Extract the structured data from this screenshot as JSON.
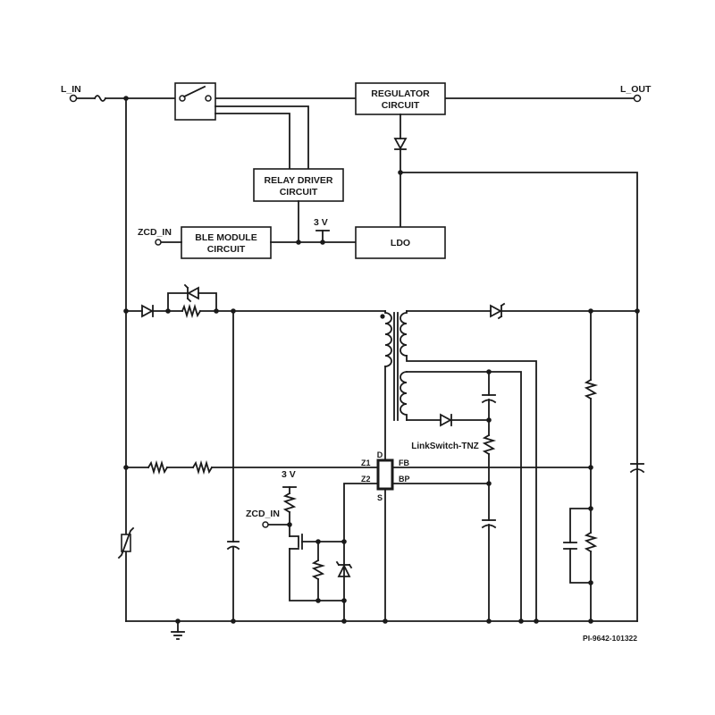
{
  "terminals": {
    "l_in": "L_IN",
    "l_out": "L_OUT",
    "zcd_in_top": "ZCD_IN",
    "zcd_in_bottom": "ZCD_IN"
  },
  "blocks": {
    "regulator_line1": "REGULATOR",
    "regulator_line2": "CIRCUIT",
    "relay_driver_line1": "RELAY DRIVER",
    "relay_driver_line2": "CIRCUIT",
    "ble_line1": "BLE MODULE",
    "ble_line2": "CIRCUIT",
    "ldo": "LDO"
  },
  "rails": {
    "v3_top": "3 V",
    "v3_bottom": "3 V"
  },
  "ic": {
    "name": "LinkSwitch-TNZ",
    "pin_d": "D",
    "pin_s": "S",
    "pin_z1": "Z1",
    "pin_z2": "Z2",
    "pin_fb": "FB",
    "pin_bp": "BP"
  },
  "reference": "PI-9642-101322"
}
